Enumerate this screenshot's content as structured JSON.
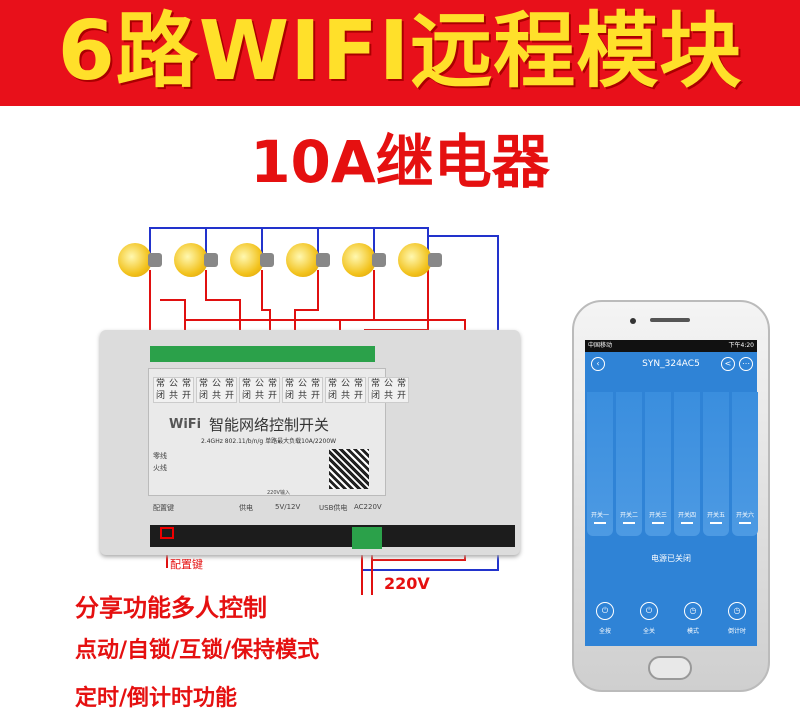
{
  "title": "6路WIFI远程模块",
  "subtitle": "10A继电器",
  "module": {
    "terminal_groups": [
      [
        "常闭",
        "公共",
        "常开"
      ],
      [
        "常闭",
        "公共",
        "常开"
      ],
      [
        "常闭",
        "公共",
        "常开"
      ],
      [
        "常闭",
        "公共",
        "常开"
      ],
      [
        "常闭",
        "公共",
        "常开"
      ],
      [
        "常闭",
        "公共",
        "常开"
      ]
    ],
    "wifi_logo": "WiFi",
    "name": "智能网络控制开关",
    "spec": "2.4GHz 802.11/b/n/g  单路最大负载10A/2200W",
    "zero_line": "零线",
    "fire_line": "火线",
    "input_220": "220V输入",
    "config_key": "配置键",
    "power": "供电",
    "voltage": "5V/12V",
    "usb_power": "USB供电",
    "ac": "AC220V"
  },
  "config_callout": "配置键",
  "voltage_label": "220V",
  "features": [
    "分享功能多人控制",
    "点动/自锁/互锁/保持模式",
    "定时/倒计时功能"
  ],
  "phone": {
    "carrier": "中国移动",
    "time": "下午4:20",
    "device_name": "SYN_324AC5",
    "switches": [
      "开关一",
      "开关二",
      "开关三",
      "开关四",
      "开关五",
      "开关六"
    ],
    "status": "电源已关闭",
    "buttons": [
      "全按",
      "全关",
      "模式",
      "倒计时"
    ]
  },
  "colors": {
    "banner": "#e8101a",
    "title": "#ffe02a",
    "accent": "#e51010",
    "app": "#2f83d6"
  }
}
